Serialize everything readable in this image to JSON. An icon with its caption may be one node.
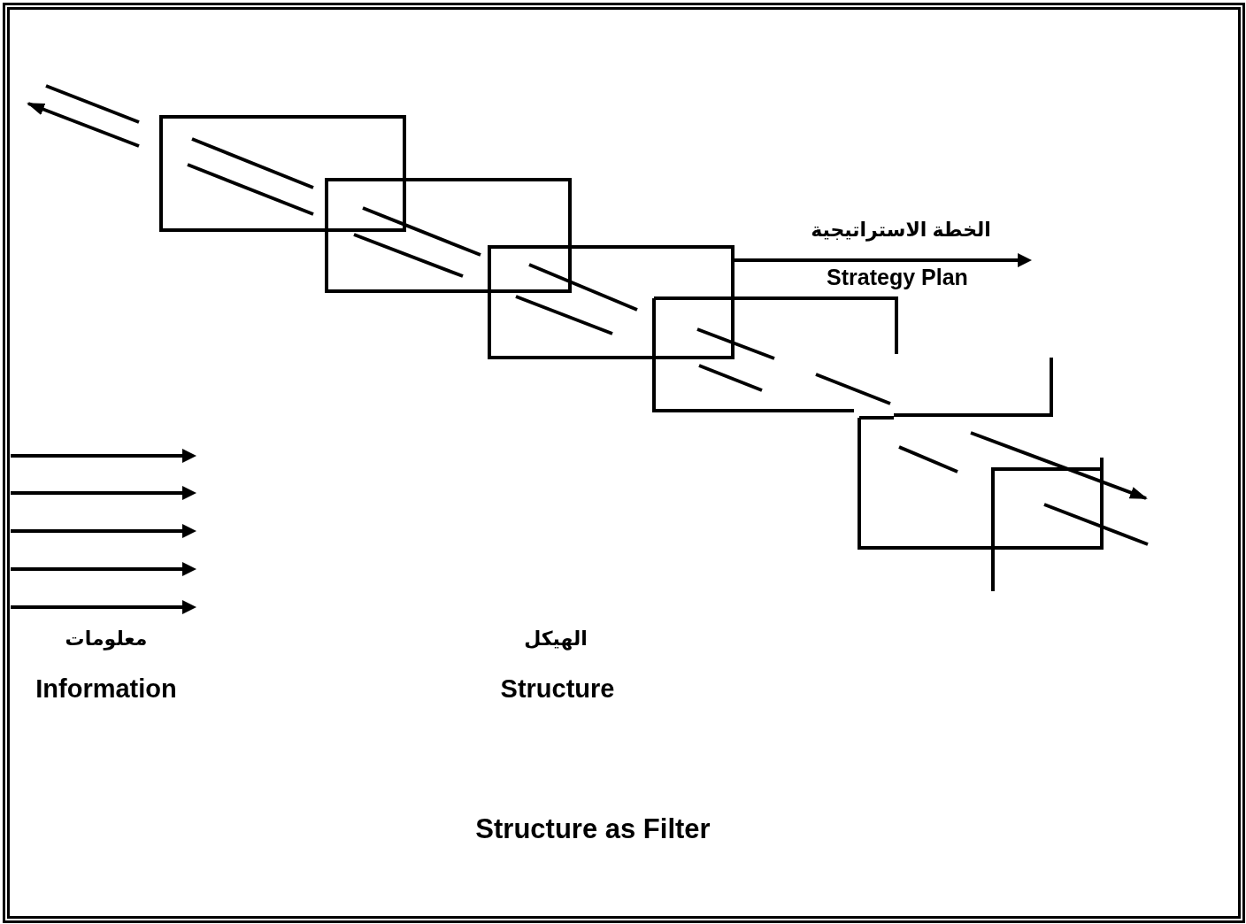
{
  "diagram": {
    "caption": "Structure as Filter",
    "labels": [
      "الخطة الاستراتيجية",
      "Strategy Plan",
      "معلومات",
      "Information",
      "الهيكل",
      "Structure"
    ]
  }
}
